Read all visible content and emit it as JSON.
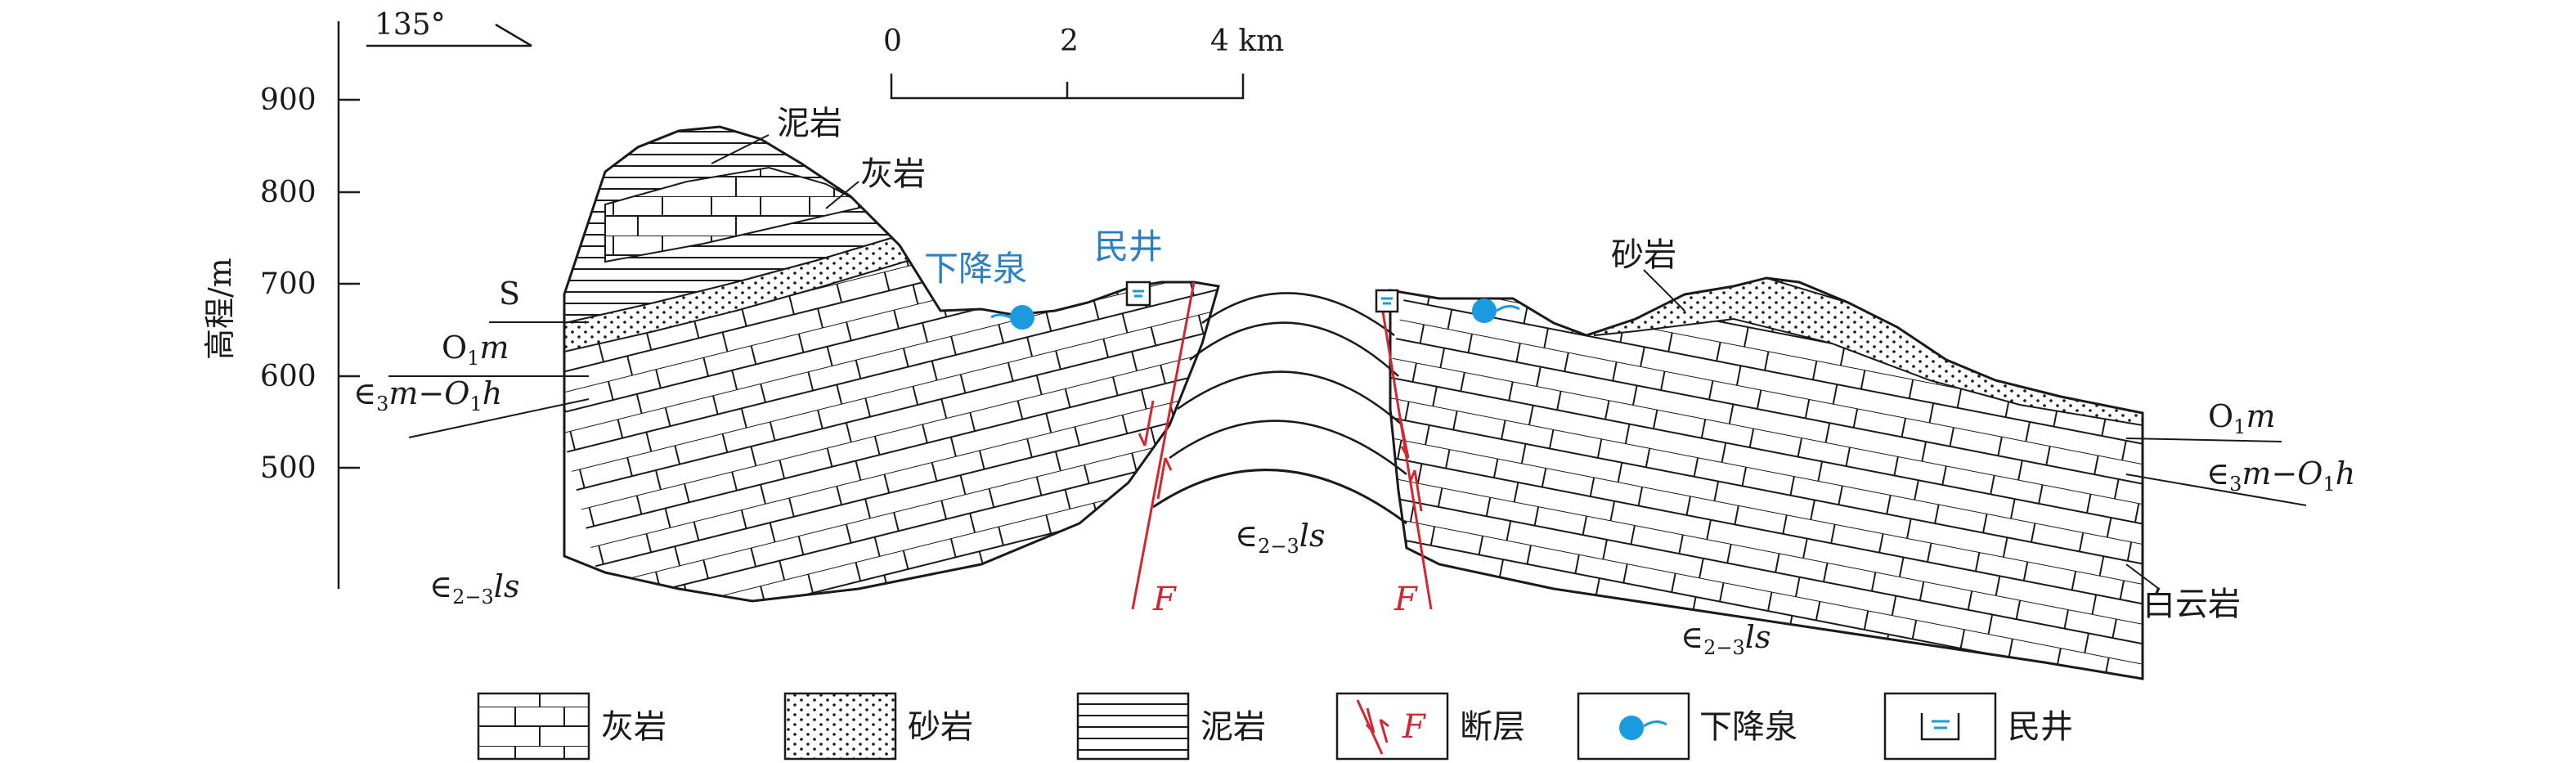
{
  "orientation": {
    "label": "135°"
  },
  "scale_bar": {
    "ticks": [
      "0",
      "2",
      "4 km"
    ]
  },
  "elevation_axis": {
    "label": "高程/m",
    "ticks": [
      "900",
      "800",
      "700",
      "600",
      "500"
    ]
  },
  "annotations": {
    "mudstone": "泥岩",
    "limestone": "灰岩",
    "sandstone": "砂岩",
    "dolomite": "白云岩",
    "spring": "下降泉",
    "well": "民井",
    "fault_left": "F",
    "fault_right": "F"
  },
  "formations": {
    "silurian": "S",
    "o1m_left": {
      "base": "O",
      "sub": "1",
      "tail": "m"
    },
    "e3m_left": {
      "pre": "∈",
      "sub1": "3",
      "mid": "m−O",
      "sub2": "1",
      "tail": "h"
    },
    "o1m_right": {
      "base": "O",
      "sub": "1",
      "tail": "m"
    },
    "e3m_right": {
      "pre": "∈",
      "sub1": "3",
      "mid": "m−O",
      "sub2": "1",
      "tail": "h"
    },
    "ls_left": {
      "pre": "∈",
      "sub": "2−3",
      "tail": "ls"
    },
    "ls_center": {
      "pre": "∈",
      "sub": "2−3",
      "tail": "ls"
    },
    "ls_right": {
      "pre": "∈",
      "sub": "2−3",
      "tail": "ls"
    }
  },
  "legend": [
    {
      "key": "limestone",
      "label": "灰岩"
    },
    {
      "key": "sandstone",
      "label": "砂岩"
    },
    {
      "key": "mudstone",
      "label": "泥岩"
    },
    {
      "key": "fault",
      "symbol": "F",
      "label": "断层"
    },
    {
      "key": "spring",
      "label": "下降泉"
    },
    {
      "key": "well",
      "label": "民井"
    }
  ],
  "colors": {
    "ink": "#1a1a1a",
    "fault": "#d0282e",
    "water": "#1a9be0",
    "water_text": "#2b7fc3"
  }
}
